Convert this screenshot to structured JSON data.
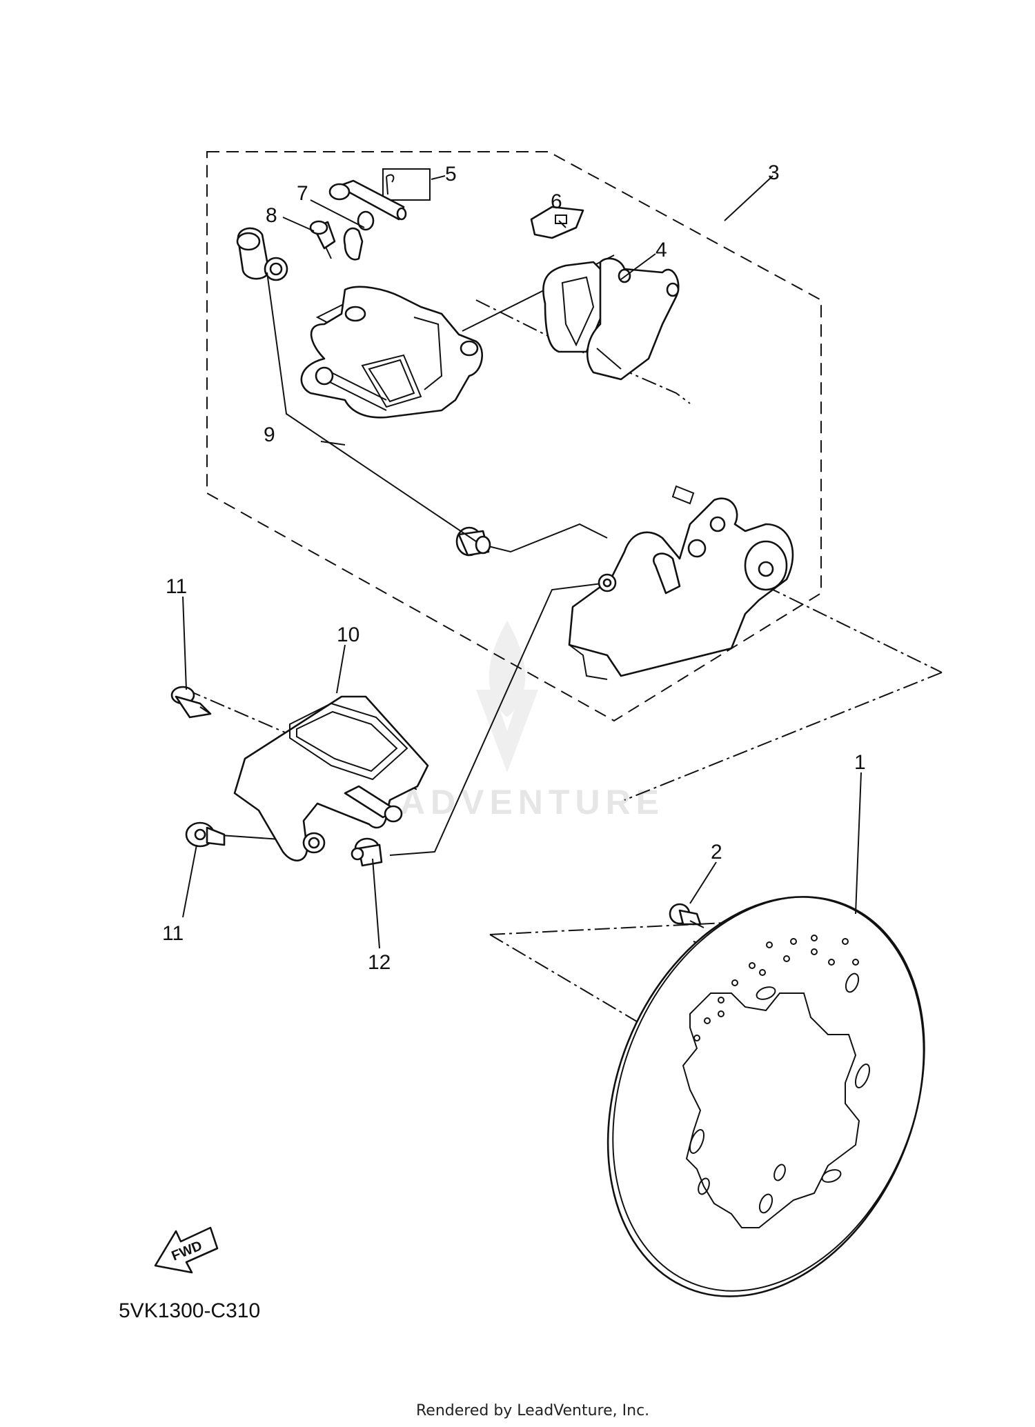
{
  "diagram": {
    "callouts": [
      "1",
      "2",
      "3",
      "4",
      "5",
      "6",
      "7",
      "8",
      "9",
      "10",
      "11",
      "11",
      "12"
    ],
    "diagram_code": "5VK1300-C310",
    "fwd_label": "FWD",
    "watermark": "LEADVENTURE",
    "footer": "Rendered by LeadVenture, Inc."
  }
}
